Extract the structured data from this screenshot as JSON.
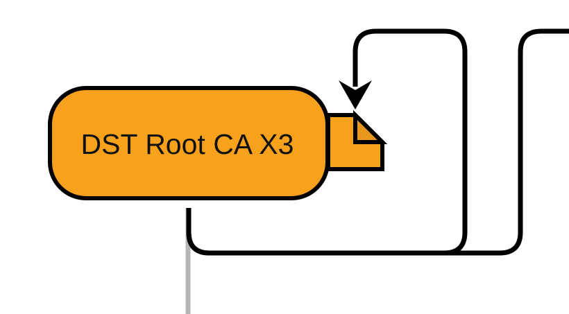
{
  "diagram": {
    "nodes": [
      {
        "id": "dst-root-ca-x3",
        "label": "DST Root CA X3",
        "shape": "rounded-rect",
        "icon": "document-icon"
      }
    ],
    "edges": [
      {
        "id": "self-loop",
        "from": "dst-root-ca-x3",
        "to": "dst-root-ca-x3",
        "arrow": "end",
        "style": "solid"
      },
      {
        "id": "outgoing-edge",
        "from": "dst-root-ca-x3",
        "to": "offscreen-right",
        "arrow": "none",
        "style": "solid"
      },
      {
        "id": "gray-edge",
        "from": "dst-root-ca-x3",
        "to": "offscreen-bottom",
        "arrow": "none",
        "style": "solid"
      }
    ]
  },
  "colors": {
    "node_fill": "#F7A11D",
    "fold_fill": "#E8971F",
    "stroke": "#000000",
    "gray_edge": "#B5B5B5",
    "background": "#FFFFFF"
  }
}
